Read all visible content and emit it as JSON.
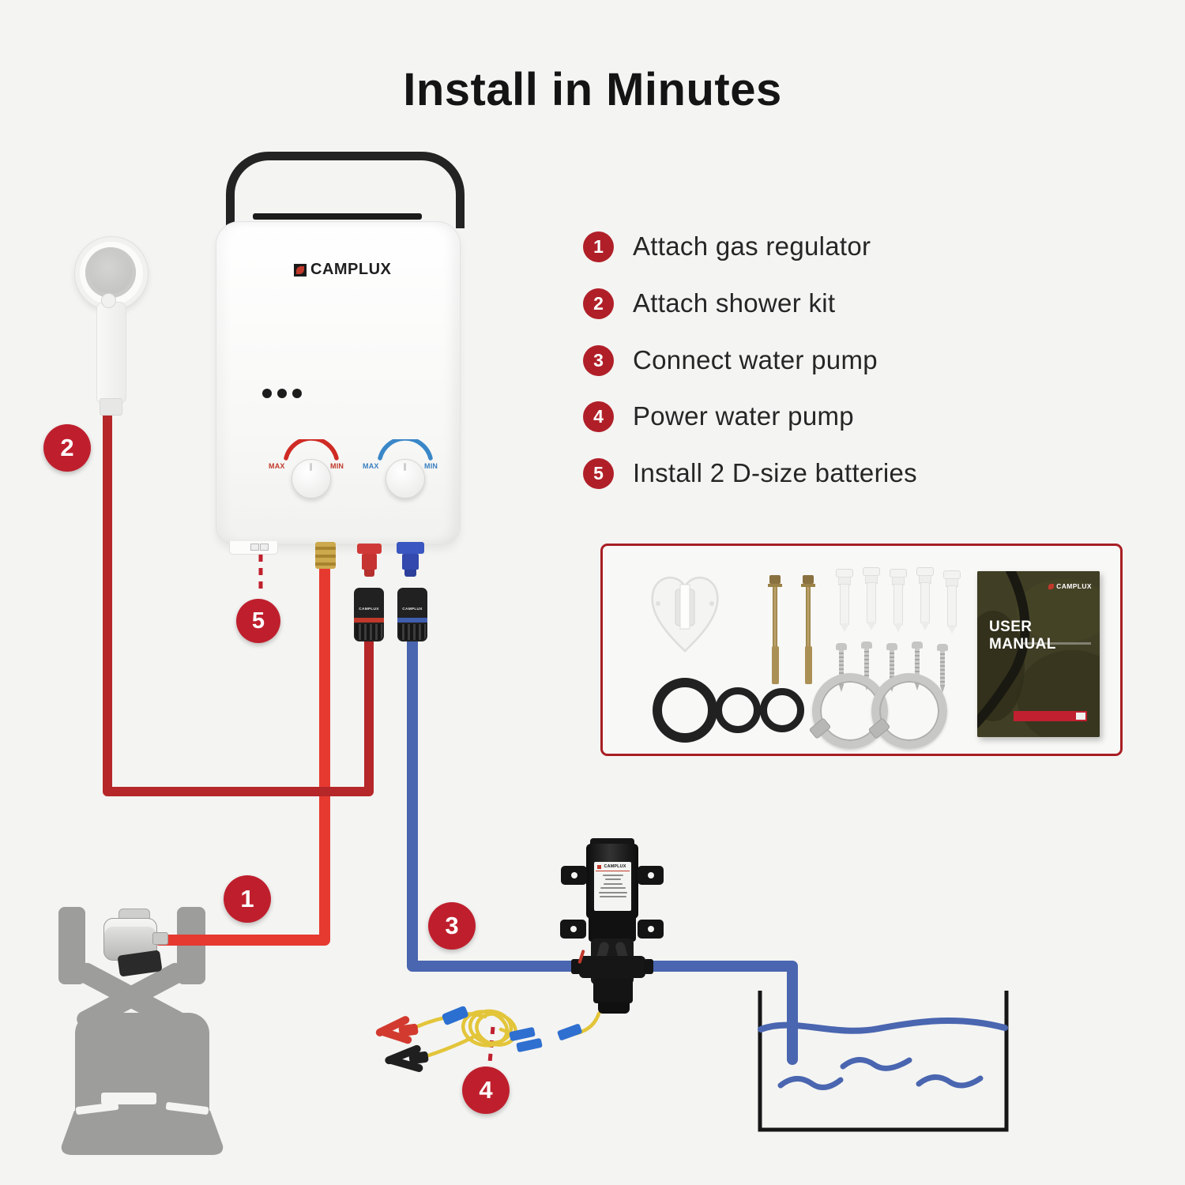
{
  "title": "Install in Minutes",
  "steps": [
    {
      "num": "1",
      "label": "Attach gas regulator"
    },
    {
      "num": "2",
      "label": "Attach shower kit"
    },
    {
      "num": "3",
      "label": "Connect water pump"
    },
    {
      "num": "4",
      "label": "Power water pump"
    },
    {
      "num": "5",
      "label": "Install 2 D-size batteries"
    }
  ],
  "callouts": {
    "c1": "1",
    "c2": "2",
    "c3": "3",
    "c4": "4",
    "c5": "5"
  },
  "heater": {
    "brand": "CAMPLUX",
    "left_knob": {
      "max": "MAX",
      "min": "MIN"
    },
    "right_knob": {
      "max": "MAX",
      "min": "MIN"
    },
    "left_coupler_label": "CAMPLUX",
    "right_coupler_label": "CAMPLUX"
  },
  "pump": {
    "brand": "CAMPLUX"
  },
  "manual": {
    "brand": "CAMPLUX",
    "title": "USER MANUAL"
  },
  "colors": {
    "accent_red": "#bf1f2d",
    "list_bullet_red": "#b01f28",
    "gas_hose": "#e63a30",
    "shower_hose": "#b52728",
    "water_hose": "#4a66b0",
    "parts_box_border": "#a81e24",
    "wire_yellow": "#e3c53a"
  }
}
